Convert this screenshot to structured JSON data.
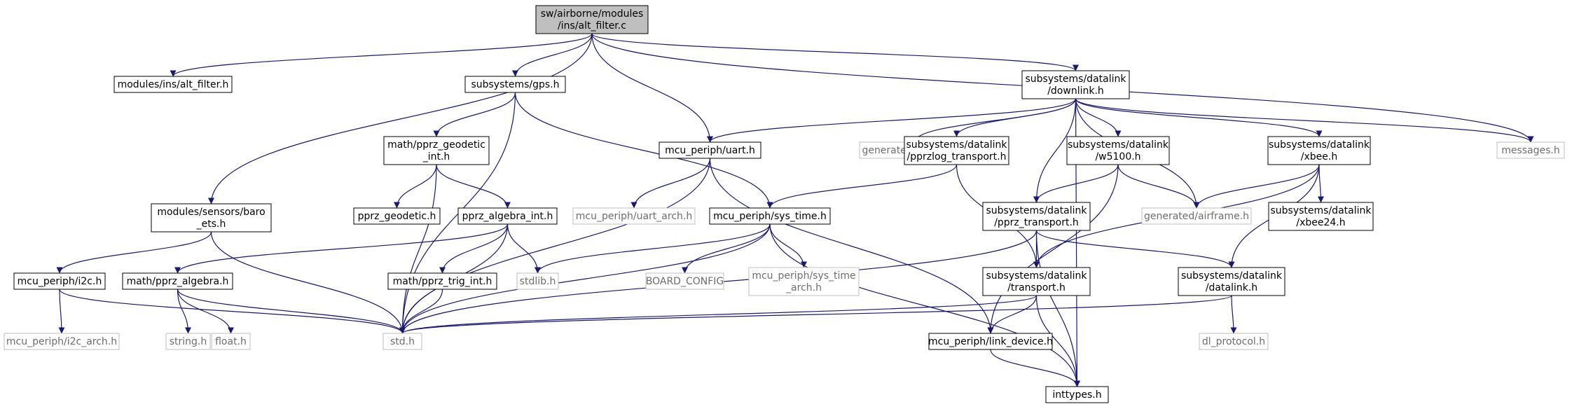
{
  "colors": {
    "edge": "#191970",
    "box_border": "#000000",
    "box_border_muted": "#bfbfbf",
    "root_fill": "#bfbfbf",
    "text_muted": "#6e6e6e"
  },
  "nodes": [
    {
      "id": "alt_filter_c",
      "lines": [
        "sw/airborne/modules",
        "/ins/alt_filter.c"
      ],
      "style": "root"
    },
    {
      "id": "alt_filter_h",
      "lines": [
        "modules/ins/alt_filter.h"
      ],
      "style": "normal"
    },
    {
      "id": "gps_h",
      "lines": [
        "subsystems/gps.h"
      ],
      "style": "normal"
    },
    {
      "id": "downlink_h",
      "lines": [
        "subsystems/datalink",
        "/downlink.h"
      ],
      "style": "normal"
    },
    {
      "id": "messages_h",
      "lines": [
        "messages.h"
      ],
      "style": "muted"
    },
    {
      "id": "baro_ets_h",
      "lines": [
        "modules/sensors/baro",
        "_ets.h"
      ],
      "style": "normal"
    },
    {
      "id": "pprz_geodetic_int_h",
      "lines": [
        "math/pprz_geodetic",
        "_int.h"
      ],
      "style": "normal"
    },
    {
      "id": "uart_h",
      "lines": [
        "mcu_periph/uart.h"
      ],
      "style": "normal"
    },
    {
      "id": "generated_modules_h",
      "lines": [
        "generated/modules.h"
      ],
      "style": "muted"
    },
    {
      "id": "pprzlog_transport_h",
      "lines": [
        "subsystems/datalink",
        "/pprzlog_transport.h"
      ],
      "style": "normal"
    },
    {
      "id": "w5100_h",
      "lines": [
        "subsystems/datalink",
        "/w5100.h"
      ],
      "style": "normal"
    },
    {
      "id": "xbee_h",
      "lines": [
        "subsystems/datalink",
        "/xbee.h"
      ],
      "style": "normal"
    },
    {
      "id": "pprz_geodetic_h",
      "lines": [
        "pprz_geodetic.h"
      ],
      "style": "normal"
    },
    {
      "id": "pprz_algebra_int_h",
      "lines": [
        "pprz_algebra_int.h"
      ],
      "style": "normal"
    },
    {
      "id": "uart_arch_h",
      "lines": [
        "mcu_periph/uart_arch.h"
      ],
      "style": "muted"
    },
    {
      "id": "sys_time_h",
      "lines": [
        "mcu_periph/sys_time.h"
      ],
      "style": "normal"
    },
    {
      "id": "pprz_transport_h",
      "lines": [
        "subsystems/datalink",
        "/pprz_transport.h"
      ],
      "style": "normal"
    },
    {
      "id": "generated_airframe_h",
      "lines": [
        "generated/airframe.h"
      ],
      "style": "muted"
    },
    {
      "id": "xbee24_h",
      "lines": [
        "subsystems/datalink",
        "/xbee24.h"
      ],
      "style": "normal"
    },
    {
      "id": "i2c_h",
      "lines": [
        "mcu_periph/i2c.h"
      ],
      "style": "normal"
    },
    {
      "id": "pprz_algebra_h",
      "lines": [
        "math/pprz_algebra.h"
      ],
      "style": "normal"
    },
    {
      "id": "pprz_trig_int_h",
      "lines": [
        "math/pprz_trig_int.h"
      ],
      "style": "normal"
    },
    {
      "id": "stdlib_h",
      "lines": [
        "stdlib.h"
      ],
      "style": "muted"
    },
    {
      "id": "board_config",
      "lines": [
        "BOARD_CONFIG"
      ],
      "style": "muted"
    },
    {
      "id": "sys_time_arch_h",
      "lines": [
        "mcu_periph/sys_time",
        "_arch.h"
      ],
      "style": "muted"
    },
    {
      "id": "transport_h",
      "lines": [
        "subsystems/datalink",
        "/transport.h"
      ],
      "style": "normal"
    },
    {
      "id": "datalink_h",
      "lines": [
        "subsystems/datalink",
        "/datalink.h"
      ],
      "style": "normal"
    },
    {
      "id": "i2c_arch_h",
      "lines": [
        "mcu_periph/i2c_arch.h"
      ],
      "style": "muted"
    },
    {
      "id": "string_h",
      "lines": [
        "string.h"
      ],
      "style": "muted"
    },
    {
      "id": "float_h",
      "lines": [
        "float.h"
      ],
      "style": "muted"
    },
    {
      "id": "std_h",
      "lines": [
        "std.h"
      ],
      "style": "muted"
    },
    {
      "id": "link_device_h",
      "lines": [
        "mcu_periph/link_device.h"
      ],
      "style": "normal"
    },
    {
      "id": "dl_protocol_h",
      "lines": [
        "dl_protocol.h"
      ],
      "style": "muted"
    },
    {
      "id": "inttypes_h",
      "lines": [
        "inttypes.h"
      ],
      "style": "normal"
    }
  ],
  "edges": [
    [
      "alt_filter_c",
      "alt_filter_h"
    ],
    [
      "alt_filter_c",
      "gps_h"
    ],
    [
      "alt_filter_c",
      "downlink_h"
    ],
    [
      "alt_filter_c",
      "messages_h"
    ],
    [
      "alt_filter_c",
      "baro_ets_h"
    ],
    [
      "alt_filter_c",
      "uart_h"
    ],
    [
      "gps_h",
      "pprz_geodetic_int_h"
    ],
    [
      "gps_h",
      "sys_time_h"
    ],
    [
      "gps_h",
      "std_h"
    ],
    [
      "downlink_h",
      "messages_h"
    ],
    [
      "downlink_h",
      "uart_h"
    ],
    [
      "downlink_h",
      "generated_modules_h"
    ],
    [
      "downlink_h",
      "pprzlog_transport_h"
    ],
    [
      "downlink_h",
      "w5100_h"
    ],
    [
      "downlink_h",
      "xbee_h"
    ],
    [
      "downlink_h",
      "pprz_transport_h"
    ],
    [
      "downlink_h",
      "generated_airframe_h"
    ],
    [
      "downlink_h",
      "inttypes_h"
    ],
    [
      "baro_ets_h",
      "i2c_h"
    ],
    [
      "baro_ets_h",
      "std_h"
    ],
    [
      "pprz_geodetic_int_h",
      "pprz_geodetic_h"
    ],
    [
      "pprz_geodetic_int_h",
      "pprz_algebra_int_h"
    ],
    [
      "pprz_geodetic_int_h",
      "std_h"
    ],
    [
      "uart_h",
      "uart_arch_h"
    ],
    [
      "uart_h",
      "link_device_h"
    ],
    [
      "uart_h",
      "std_h"
    ],
    [
      "pprzlog_transport_h",
      "sys_time_h"
    ],
    [
      "pprzlog_transport_h",
      "transport_h"
    ],
    [
      "w5100_h",
      "pprz_transport_h"
    ],
    [
      "w5100_h",
      "generated_airframe_h"
    ],
    [
      "w5100_h",
      "link_device_h"
    ],
    [
      "xbee_h",
      "generated_airframe_h"
    ],
    [
      "xbee_h",
      "xbee24_h"
    ],
    [
      "xbee_h",
      "transport_h"
    ],
    [
      "xbee_h",
      "datalink_h"
    ],
    [
      "pprz_algebra_int_h",
      "pprz_algebra_h"
    ],
    [
      "pprz_algebra_int_h",
      "pprz_trig_int_h"
    ],
    [
      "pprz_algebra_int_h",
      "stdlib_h"
    ],
    [
      "pprz_algebra_int_h",
      "std_h"
    ],
    [
      "sys_time_h",
      "stdlib_h"
    ],
    [
      "sys_time_h",
      "board_config"
    ],
    [
      "sys_time_h",
      "sys_time_arch_h"
    ],
    [
      "sys_time_h",
      "std_h"
    ],
    [
      "sys_time_h",
      "inttypes_h"
    ],
    [
      "pprz_transport_h",
      "transport_h"
    ],
    [
      "pprz_transport_h",
      "datalink_h"
    ],
    [
      "pprz_transport_h",
      "std_h"
    ],
    [
      "pprz_transport_h",
      "inttypes_h"
    ],
    [
      "i2c_h",
      "i2c_arch_h"
    ],
    [
      "i2c_h",
      "std_h"
    ],
    [
      "pprz_algebra_h",
      "string_h"
    ],
    [
      "pprz_algebra_h",
      "float_h"
    ],
    [
      "pprz_algebra_h",
      "std_h"
    ],
    [
      "pprz_trig_int_h",
      "std_h"
    ],
    [
      "transport_h",
      "link_device_h"
    ],
    [
      "transport_h",
      "inttypes_h"
    ],
    [
      "transport_h",
      "std_h"
    ],
    [
      "datalink_h",
      "dl_protocol_h"
    ],
    [
      "datalink_h",
      "std_h"
    ],
    [
      "link_device_h",
      "inttypes_h"
    ]
  ]
}
